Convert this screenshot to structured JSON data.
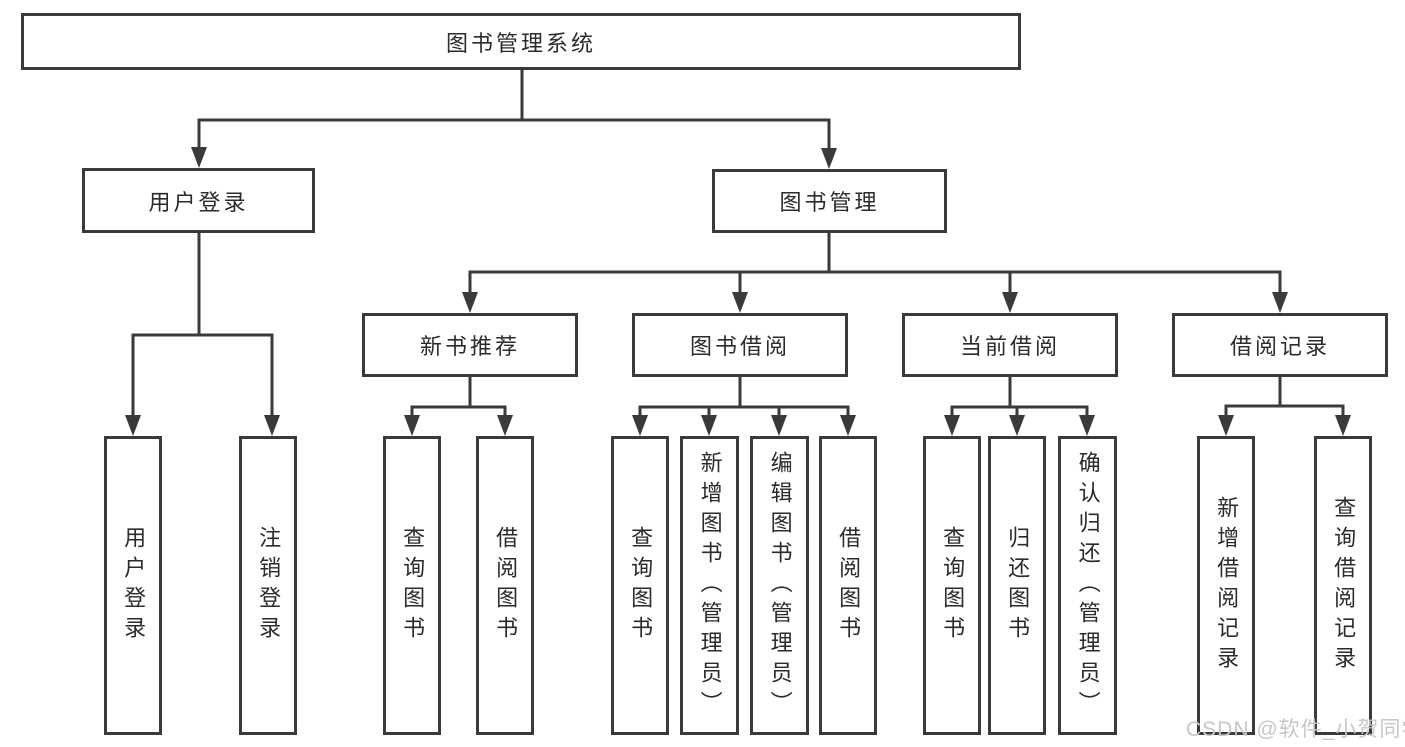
{
  "diagram": {
    "title": "图书管理系统",
    "watermark": "CSDN @软件_小贺同学",
    "colors": {
      "border": "#3a3a3a",
      "line": "#3a3a3a",
      "text": "#2b2b2b",
      "watermark": "#c7c7c7",
      "background": "#ffffff"
    },
    "nodes": {
      "root": {
        "label": "图书管理系统"
      },
      "user_login": {
        "label": "用户登录"
      },
      "book_mgmt": {
        "label": "图书管理"
      },
      "ul_leaf_login": {
        "label": "用户登录"
      },
      "ul_leaf_logout": {
        "label": "注销登录"
      },
      "new_book": {
        "label": "新书推荐"
      },
      "book_borrow": {
        "label": "图书借阅"
      },
      "current_borrow": {
        "label": "当前借阅"
      },
      "borrow_record": {
        "label": "借阅记录"
      },
      "nb_query": {
        "label": "查询图书"
      },
      "nb_borrow": {
        "label": "借阅图书"
      },
      "bb_query": {
        "label": "查询图书"
      },
      "bb_add": {
        "label": "新增图书（管理员）"
      },
      "bb_edit": {
        "label": "编辑图书（管理员）"
      },
      "bb_borrow": {
        "label": "借阅图书"
      },
      "cb_query": {
        "label": "查询图书"
      },
      "cb_return": {
        "label": "归还图书"
      },
      "cb_confirm": {
        "label": "确认归还（管理员）"
      },
      "br_add": {
        "label": "新增借阅记录"
      },
      "br_query": {
        "label": "查询借阅记录"
      }
    },
    "hierarchy": {
      "root": [
        "user_login",
        "book_mgmt"
      ],
      "user_login": [
        "ul_leaf_login",
        "ul_leaf_logout"
      ],
      "book_mgmt": [
        "new_book",
        "book_borrow",
        "current_borrow",
        "borrow_record"
      ],
      "new_book": [
        "nb_query",
        "nb_borrow"
      ],
      "book_borrow": [
        "bb_query",
        "bb_add",
        "bb_edit",
        "bb_borrow"
      ],
      "current_borrow": [
        "cb_query",
        "cb_return",
        "cb_confirm"
      ],
      "borrow_record": [
        "br_add",
        "br_query"
      ]
    }
  }
}
